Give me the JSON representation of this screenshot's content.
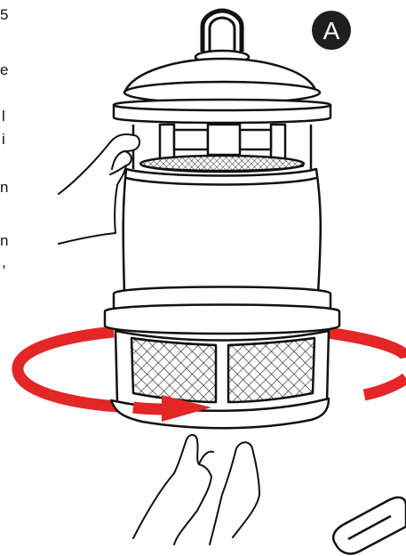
{
  "figure": {
    "step_badge": {
      "label": "A",
      "fill_color": "#1e1e1e",
      "text_color": "#ffffff"
    },
    "edge_fragments": [
      "5",
      "e",
      "l",
      "i",
      "n",
      "n",
      ","
    ],
    "arrow_color": "#e32726",
    "icons": {
      "lamp": "mosquito-trap-lamp-icon",
      "arrow": "rotation-arrow-icon",
      "upper_hand": "hand-holding-top-icon",
      "lower_hands": "hands-twisting-base-icon",
      "tool": "screwdriver-handle-icon"
    }
  }
}
